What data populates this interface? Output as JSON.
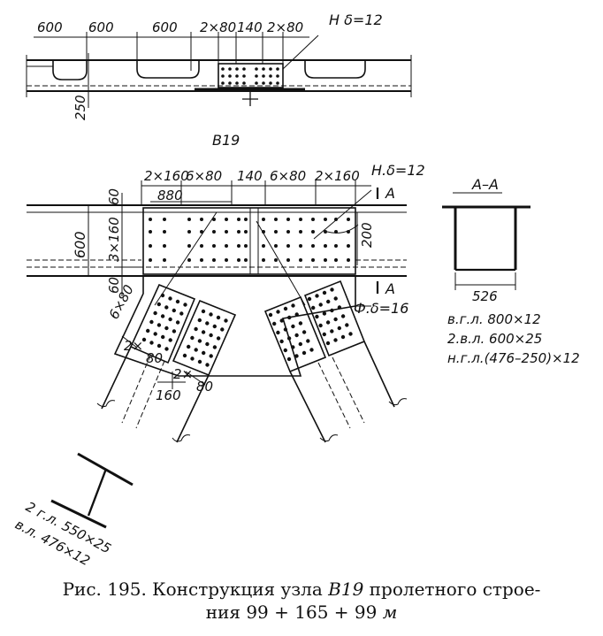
{
  "top_view": {
    "dims": [
      "600",
      "600",
      "600",
      "2×80",
      "140",
      "2×80"
    ],
    "plate_label": "Н δ=12",
    "side_dim": "250"
  },
  "node_title": "В19",
  "main_view": {
    "top_dims": [
      "2×160",
      "6×80",
      "140",
      "6×80",
      "2×160"
    ],
    "dim_880": "880",
    "plate_label": "Н.δ=12",
    "section_mark": "А",
    "left_dims": [
      "60",
      "3×160",
      "60"
    ],
    "outer_dim": "600",
    "right_dim": "200",
    "diag_dim": "6×80",
    "gusset_label": "Ф.δ=16",
    "bottom_dims": [
      "2×",
      "80",
      "2×",
      "80",
      "160"
    ]
  },
  "section": {
    "title": "А–А",
    "width_dim": "526",
    "notes": [
      "в.г.л. 800×12",
      "2.в.л. 600×25",
      "н.г.л.(476–250)×12"
    ]
  },
  "brace": {
    "notes": [
      "2 г.л. 550×25",
      "в.л. 476×12"
    ]
  },
  "caption": {
    "line1_a": "Рис. 195. Конструкция узла ",
    "line1_b": "В19",
    "line1_c": " пролетного строе-",
    "line2_a": "ния 99 + 165 + 99 ",
    "line2_b": "м"
  }
}
